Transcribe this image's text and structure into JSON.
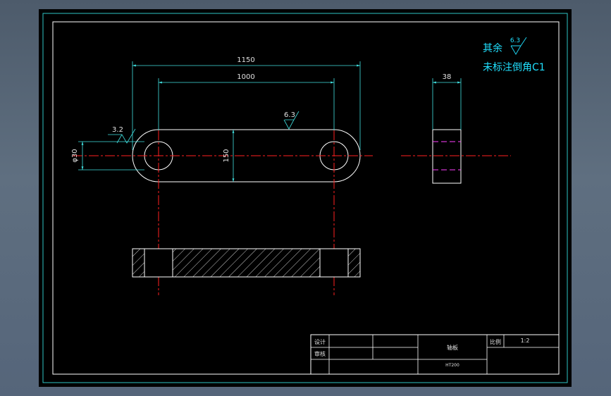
{
  "colors": {
    "background": "#000000",
    "border": "#2ec4c4",
    "outline": "#ffffff",
    "dimension": "#40e0e0",
    "centerline": "#ff2020",
    "hidden": "#ff40ff",
    "note": "#20e0ff",
    "title_text": "#e0e0e0"
  },
  "dimensions": {
    "overall_length": "1150",
    "center_distance": "1000",
    "height": "150",
    "hole_diameter": "φ30",
    "thickness": "38"
  },
  "roughness": {
    "top_surface": "6.3",
    "hole_surface": "3.2"
  },
  "notes": {
    "rest_label": "其余",
    "rest_value": "6.3",
    "chamfer": "未标注倒角C1"
  },
  "title_block": {
    "design_label": "设计",
    "review_label": "审核",
    "part_name": "轴板",
    "material": "HT200",
    "scale_label": "比例",
    "scale_value": "1:2"
  }
}
